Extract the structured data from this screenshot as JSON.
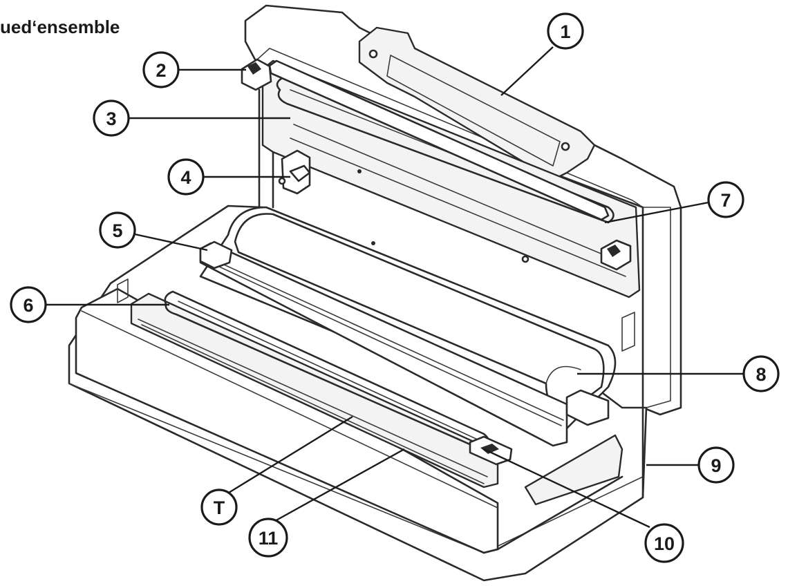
{
  "title": "ued‘ensemble",
  "callouts": [
    {
      "id": "1",
      "label": "1"
    },
    {
      "id": "2",
      "label": "2"
    },
    {
      "id": "3",
      "label": "3"
    },
    {
      "id": "4",
      "label": "4"
    },
    {
      "id": "5",
      "label": "5"
    },
    {
      "id": "6",
      "label": "6"
    },
    {
      "id": "7",
      "label": "7"
    },
    {
      "id": "8",
      "label": "8"
    },
    {
      "id": "9",
      "label": "9"
    },
    {
      "id": "10",
      "label": "10"
    },
    {
      "id": "11",
      "label": "11"
    },
    {
      "id": "T",
      "label": "T"
    }
  ],
  "colors": {
    "line": "#2a2a2a",
    "background": "#ffffff"
  }
}
